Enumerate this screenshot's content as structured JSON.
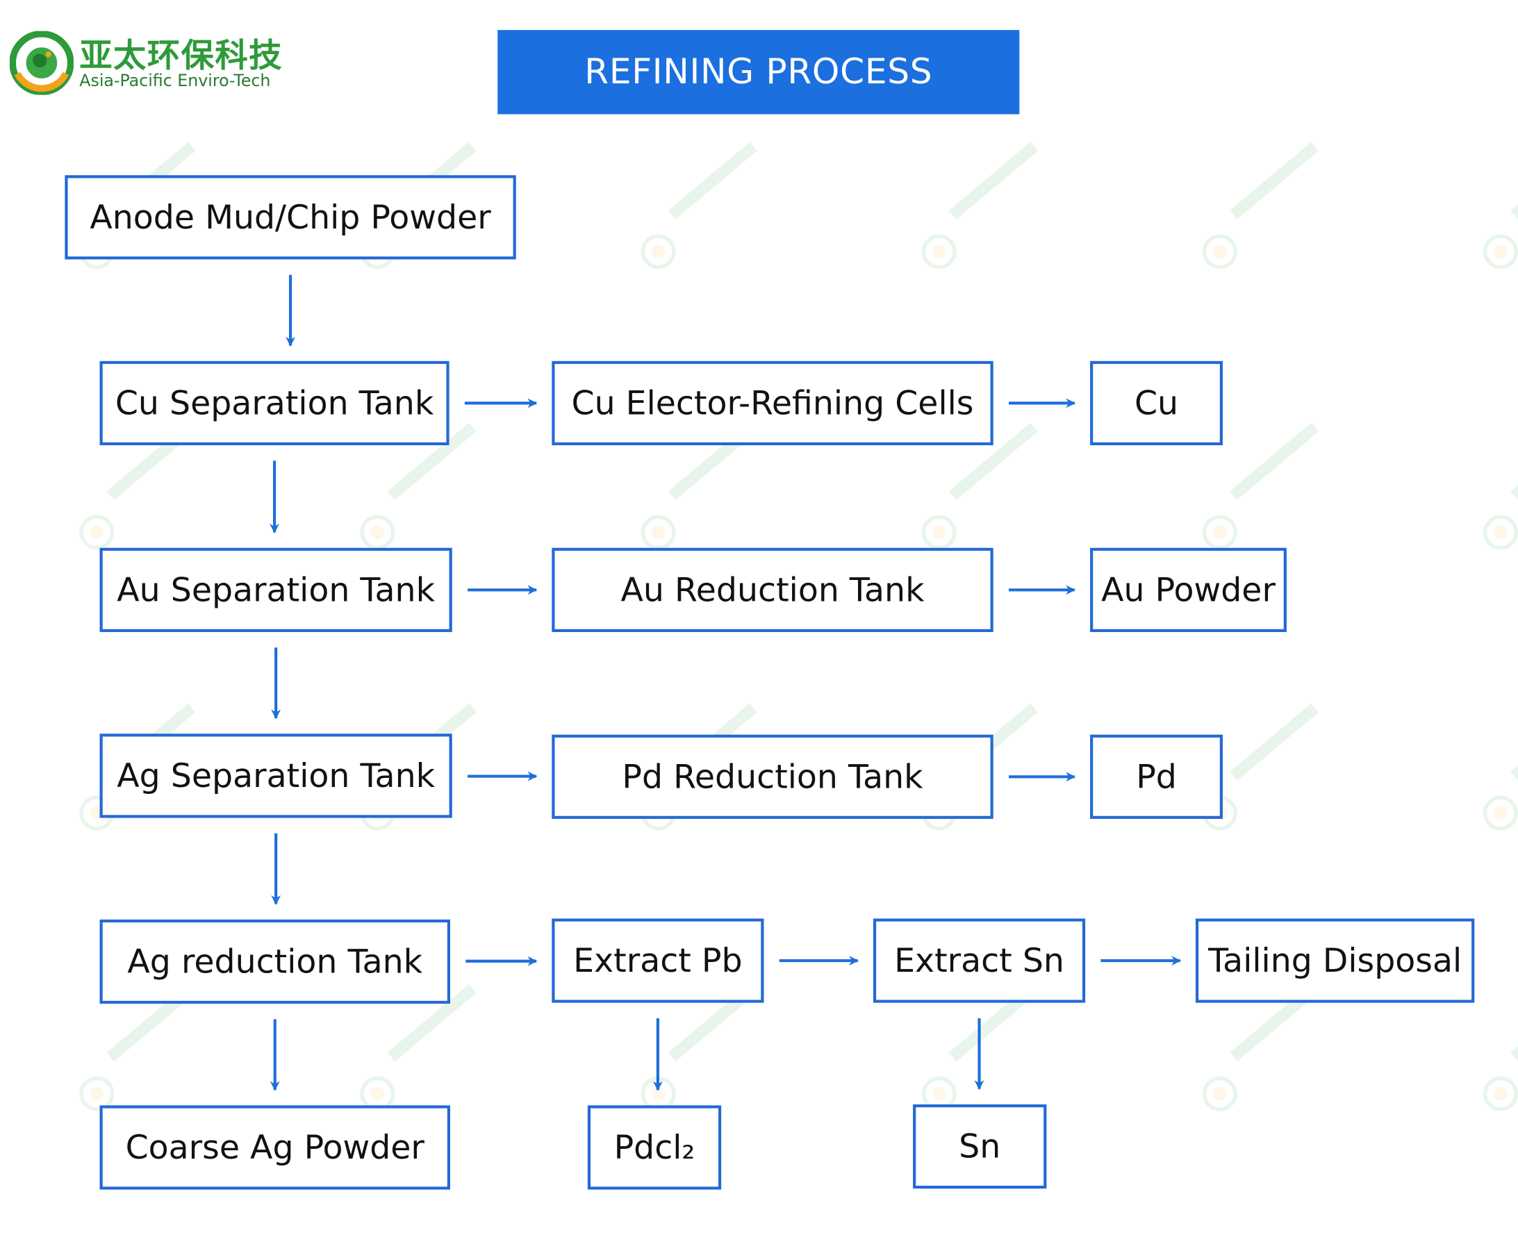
{
  "logo": {
    "name_cn": "亚太环保科技",
    "name_en": "Asia-Pacific Enviro-Tech",
    "icon": "globe-logo-icon",
    "colors": {
      "green": "#2e9a3a",
      "orange": "#f3a21c"
    }
  },
  "title": "REFINING PROCESS",
  "colors": {
    "accent": "#1b6fde",
    "border": "#2369d6",
    "arrow": "#1f6fd8"
  },
  "nodes": {
    "anode_mud": "Anode Mud/Chip Powder",
    "cu_sep": "Cu Separation Tank",
    "cu_refining": "Cu Elector-Refining Cells",
    "cu": "Cu",
    "au_sep": "Au Separation Tank",
    "au_reduction": "Au Reduction Tank",
    "au_powder": "Au Powder",
    "ag_sep": "Ag Separation Tank",
    "pd_reduction": "Pd Reduction Tank",
    "pd": "Pd",
    "ag_reduction": "Ag reduction Tank",
    "extract_pb": "Extract Pb",
    "extract_sn": "Extract Sn",
    "tailing": "Tailing Disposal",
    "coarse_ag": "Coarse Ag Powder",
    "pdcl2": "Pdcl₂",
    "sn": "Sn"
  },
  "edges": [
    {
      "from": "anode_mud",
      "to": "cu_sep"
    },
    {
      "from": "cu_sep",
      "to": "cu_refining"
    },
    {
      "from": "cu_refining",
      "to": "cu"
    },
    {
      "from": "cu_sep",
      "to": "au_sep"
    },
    {
      "from": "au_sep",
      "to": "au_reduction"
    },
    {
      "from": "au_reduction",
      "to": "au_powder"
    },
    {
      "from": "au_sep",
      "to": "ag_sep"
    },
    {
      "from": "ag_sep",
      "to": "pd_reduction"
    },
    {
      "from": "pd_reduction",
      "to": "pd"
    },
    {
      "from": "ag_sep",
      "to": "ag_reduction"
    },
    {
      "from": "ag_reduction",
      "to": "extract_pb"
    },
    {
      "from": "extract_pb",
      "to": "extract_sn"
    },
    {
      "from": "extract_sn",
      "to": "tailing"
    },
    {
      "from": "ag_reduction",
      "to": "coarse_ag"
    },
    {
      "from": "extract_pb",
      "to": "pdcl2"
    },
    {
      "from": "extract_sn",
      "to": "sn"
    }
  ]
}
